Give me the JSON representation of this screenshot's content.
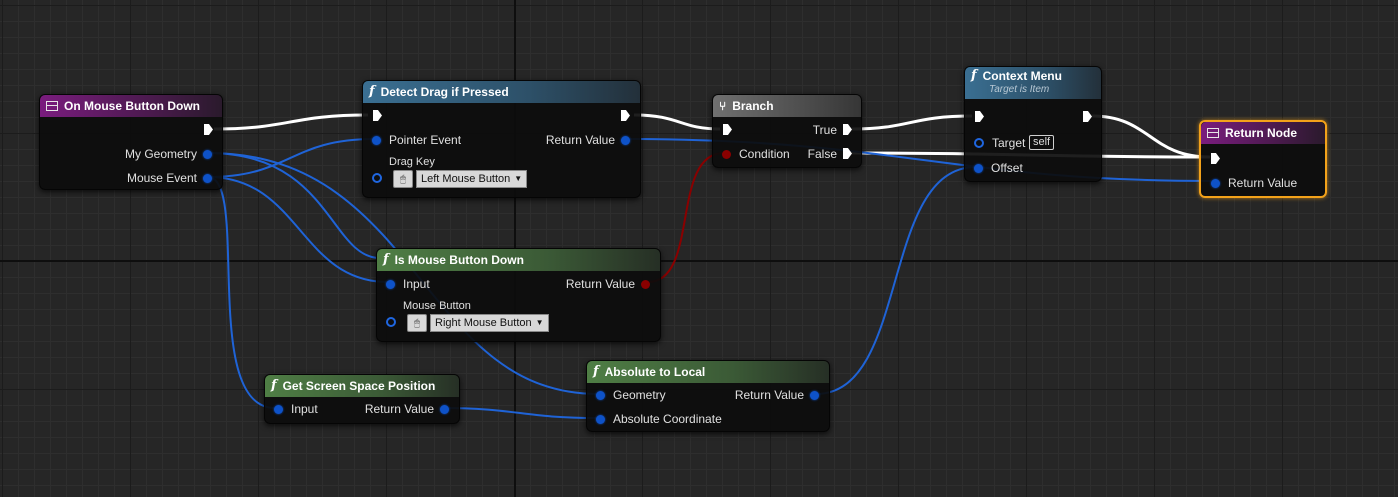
{
  "nodes": {
    "on_mouse_button_down": {
      "title": "On Mouse Button Down",
      "pins": {
        "my_geometry": "My Geometry",
        "mouse_event": "Mouse Event"
      }
    },
    "detect_drag": {
      "title": "Detect Drag if Pressed",
      "pins": {
        "pointer_event": "Pointer Event",
        "drag_key": "Drag Key",
        "return_value": "Return Value"
      },
      "drag_key_value": "Left Mouse Button"
    },
    "branch": {
      "title": "Branch",
      "pins": {
        "condition": "Condition",
        "true": "True",
        "false": "False"
      }
    },
    "context_menu": {
      "title": "Context Menu",
      "subtitle": "Target is Item",
      "pins": {
        "target": "Target",
        "target_default": "self",
        "offset": "Offset"
      }
    },
    "return_node": {
      "title": "Return Node",
      "pins": {
        "return_value": "Return Value"
      }
    },
    "is_mouse_button_down": {
      "title": "Is Mouse Button Down",
      "pins": {
        "input": "Input",
        "mouse_button": "Mouse Button",
        "return_value": "Return Value"
      },
      "mouse_button_value": "Right Mouse Button"
    },
    "get_screen_space_position": {
      "title": "Get Screen Space Position",
      "pins": {
        "input": "Input",
        "return_value": "Return Value"
      }
    },
    "absolute_to_local": {
      "title": "Absolute to Local",
      "pins": {
        "geometry": "Geometry",
        "absolute_coordinate": "Absolute Coordinate",
        "return_value": "Return Value"
      }
    }
  },
  "colors": {
    "exec_wire": "#ffffff",
    "struct_wire": "#1f63d6",
    "bool_wire": "#8a0000",
    "selection": "#f3a21a"
  }
}
